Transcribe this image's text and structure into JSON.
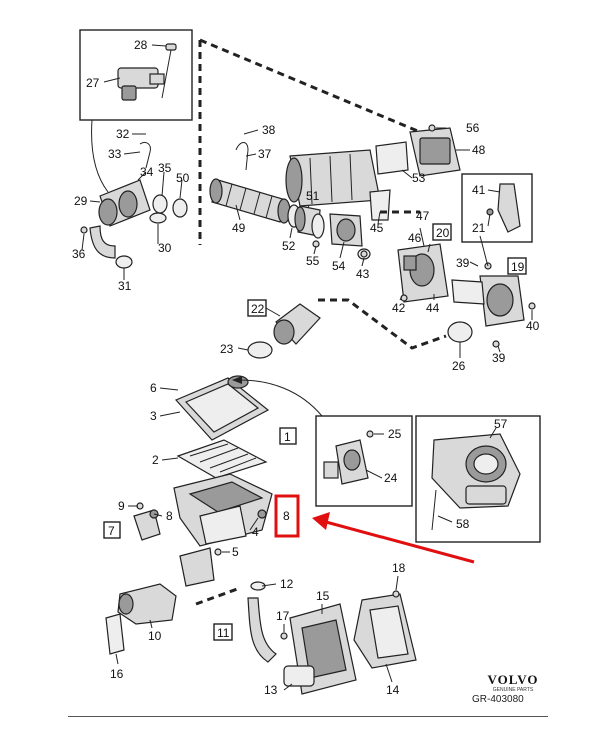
{
  "callouts": {
    "c1": "1",
    "c2": "2",
    "c3": "3",
    "c4": "4",
    "c5": "5",
    "c6": "6",
    "c7": "7",
    "c8": "8",
    "c8b": "8",
    "c9": "9",
    "c10": "10",
    "c11": "11",
    "c12": "12",
    "c13": "13",
    "c14": "14",
    "c15": "15",
    "c16": "16",
    "c17": "17",
    "c18": "18",
    "c19": "19",
    "c20": "20",
    "c21": "21",
    "c22": "22",
    "c23": "23",
    "c24": "24",
    "c25": "25",
    "c26": "26",
    "c27": "27",
    "c28": "28",
    "c29": "29",
    "c30": "30",
    "c31": "31",
    "c32": "32",
    "c33": "33",
    "c34": "34",
    "c35": "35",
    "c36": "36",
    "c37": "37",
    "c38": "38",
    "c39a": "39",
    "c39b": "39",
    "c40": "40",
    "c41": "41",
    "c42": "42",
    "c43": "43",
    "c44": "44",
    "c45": "45",
    "c46": "46",
    "c47": "47",
    "c48": "48",
    "c49": "49",
    "c50": "50",
    "c51": "51",
    "c52": "52",
    "c53": "53",
    "c54": "54",
    "c55": "55",
    "c56": "56",
    "c57": "57",
    "c58": "58"
  },
  "colors": {
    "highlight": "#e01010",
    "line": "#222222",
    "part_fill": "#d9d9d9"
  },
  "brand": {
    "name": "VOLVO",
    "subtitle": "GENUINE PARTS",
    "reference": "GR-403080"
  }
}
